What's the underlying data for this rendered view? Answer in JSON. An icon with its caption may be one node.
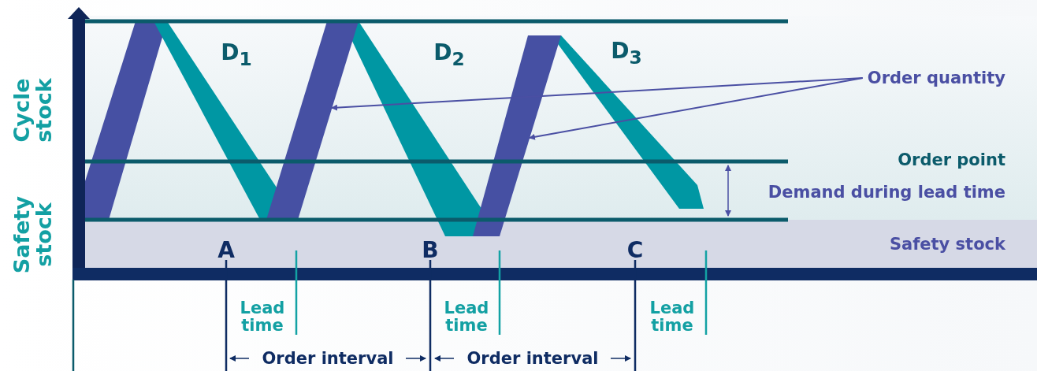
{
  "diagram": {
    "nodes": [
      {
        "text": [
          "Order quantity"
        ]
      },
      {
        "text": [],
        "shape": "bar"
      },
      {
        "text": [],
        "shape": "bar"
      }
    ],
    "edges": [
      {
        "from": 0,
        "to": 1,
        "arrow": "to"
      },
      {
        "from": 0,
        "to": 2,
        "arrow": "to"
      }
    ],
    "labels": [
      "Cycle stock",
      "Safety stock",
      "D$_{1}$",
      "D$_{2}$",
      "D$_{3}$",
      "Order point",
      "Demand during lead time",
      "A",
      "B",
      "C",
      "Safety stock",
      "Lead time",
      "Lead time",
      "Lead time",
      "Order interval",
      "Order interval"
    ]
  }
}
